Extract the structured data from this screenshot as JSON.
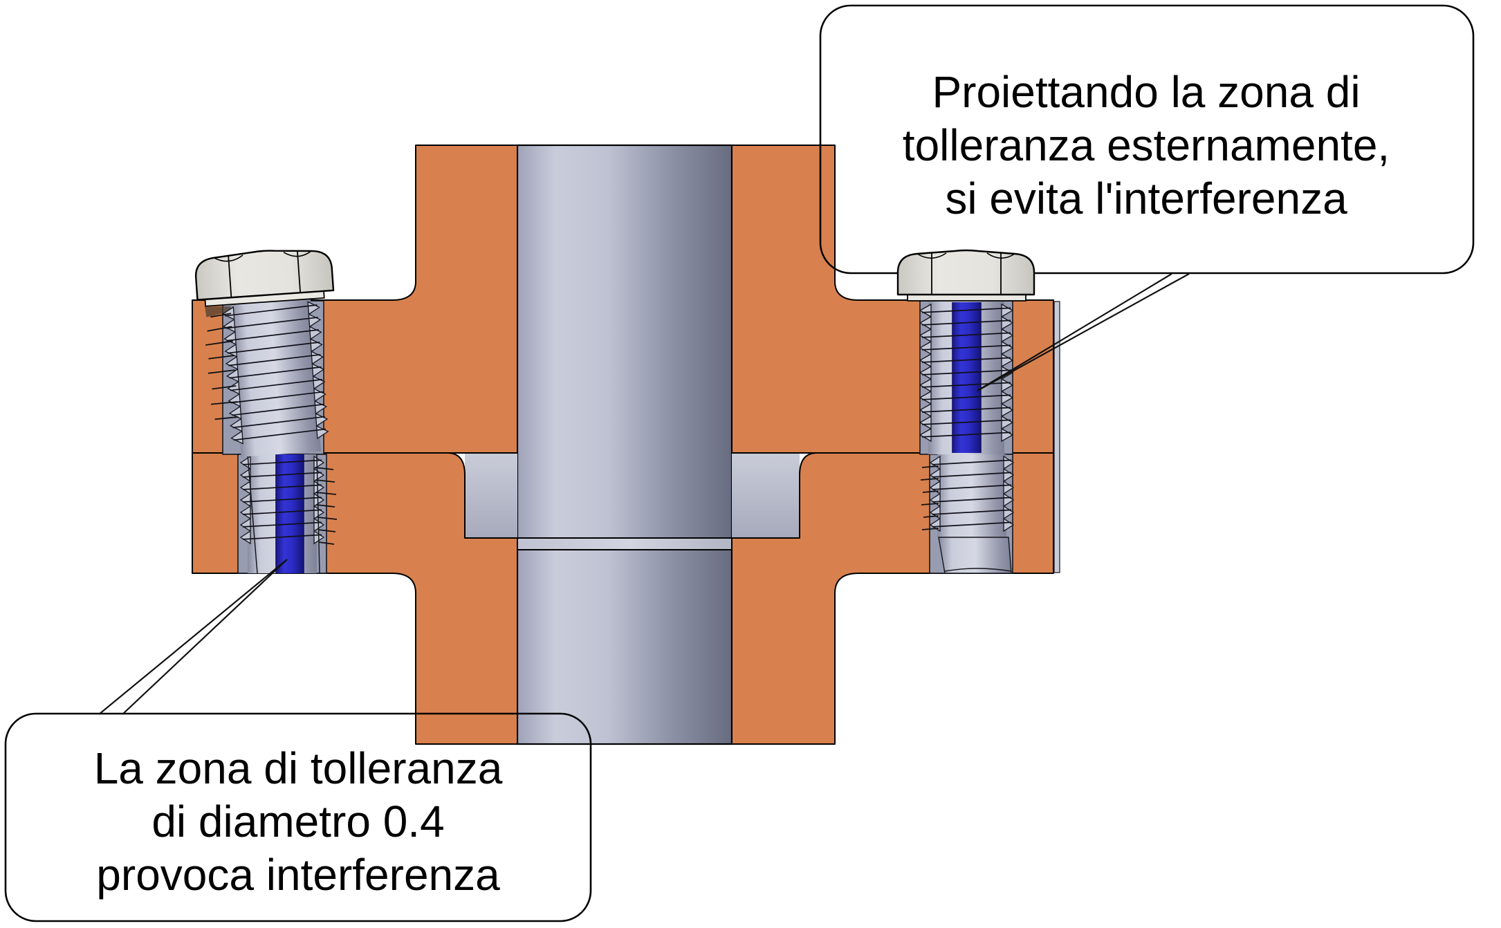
{
  "diagram": {
    "type": "technical-section-view",
    "subject": "bolted flange pipe coupling with position tolerance zones",
    "callout_top_right": {
      "line1": "Proiettando la zona di",
      "line2": "tolleranza esternamente,",
      "line3": "si evita l'interferenza"
    },
    "callout_bottom_left": {
      "line1": "La zona di tolleranza",
      "line2": "di diametro 0.4",
      "line3": "provoca interferenza"
    },
    "colors": {
      "flange_orange": "#D8814E",
      "pipe_gray_light": "#C9CDDB",
      "pipe_gray_dark": "#686C80",
      "bolt_head_gray": "#E8E7E2",
      "tolerance_zone_blue": "#2B2BC4",
      "hole_gray": "#989CB0",
      "outline": "#000000",
      "background": "#FFFFFF"
    }
  }
}
